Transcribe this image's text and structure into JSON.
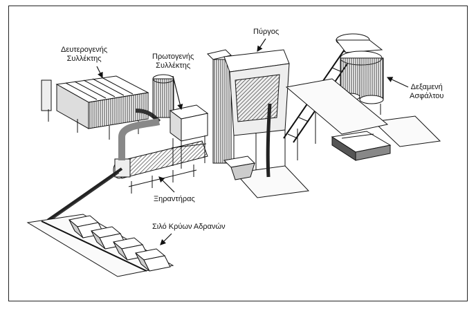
{
  "labels": {
    "secondary_collector": [
      "Δευτερογενής",
      "Συλλέκτης"
    ],
    "primary_collector": [
      "Πρωτογενής",
      "Συλλέκτης"
    ],
    "tower": "Πύργος",
    "asphalt_tank": [
      "Δεξαμενή",
      "Ασφάλτου"
    ],
    "dryer": "Ξηραντήρας",
    "cold_aggregate_silo": "Σιλό Κρύων Αδρανών"
  },
  "colors": {
    "ink": "#111111",
    "paper": "#ffffff",
    "shade": "#555555"
  }
}
